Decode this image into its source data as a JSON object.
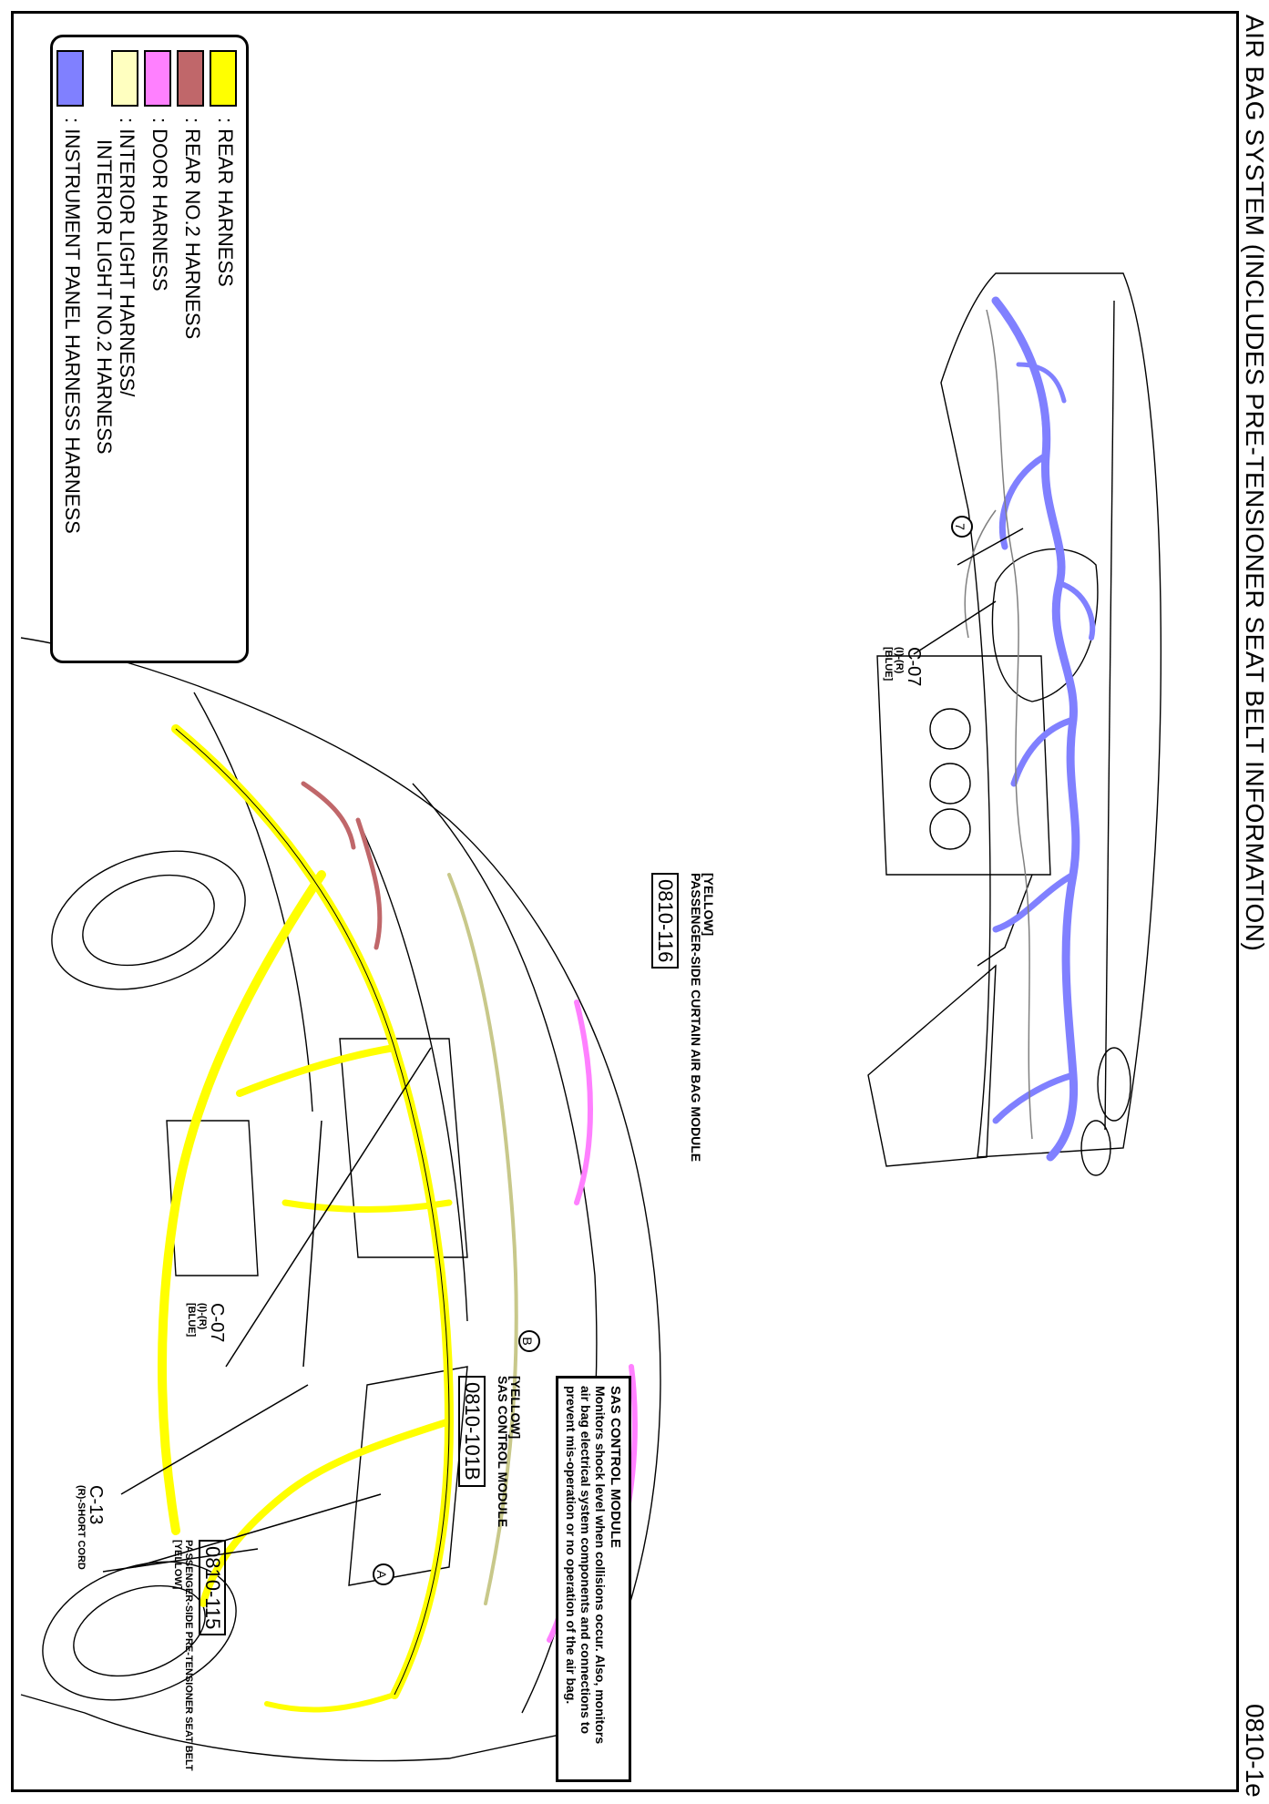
{
  "header": {
    "title": "AIR BAG SYSTEM (INCLUDES PRE-TENSIONER SEAT BELT INFORMATION)",
    "page_number": "0810-1e"
  },
  "legend": [
    {
      "label": ": REAR HARNESS",
      "color": "#ffff00"
    },
    {
      "label": ": REAR NO.2 HARNESS",
      "color": "#c0676a"
    },
    {
      "label": ": DOOR HARNESS",
      "color": "#ff80ff"
    },
    {
      "label": ": INTERIOR LIGHT HARNESS/",
      "label2": "INTERIOR LIGHT NO.2 HARNESS",
      "color": "#ffffc0"
    },
    {
      "label": ": INSTRUMENT PANEL HARNESS HARNESS",
      "color": "#8080ff"
    }
  ],
  "instrument_panel": {
    "connector_c07": {
      "id": "C-07",
      "side": "(I)-(R)",
      "color": "[BLUE]"
    },
    "callout_7": "7"
  },
  "body_view": {
    "curtain_module": {
      "color": "[YELLOW]",
      "name": "PASSENGER-SIDE CURTAIN AIR BAG MODULE",
      "code": "0810-116"
    },
    "sas_module": {
      "color": "[YELLOW]",
      "name": "SAS CONTROL MODULE",
      "code": "0810-101B"
    },
    "pretensioner": {
      "code": "0810-115",
      "name": "PASSENGER-SIDE PRE-TENSIONER SEAT BELT",
      "color": "[YELLOW]"
    },
    "connector_c07": {
      "id": "C-07",
      "side": "(I)-(R)",
      "color": "[BLUE]"
    },
    "connector_c13": {
      "id": "C-13",
      "desc": "(R)-SHORT CORD"
    },
    "mark_a": "A",
    "mark_b": "B"
  },
  "sas_description": {
    "title": "SAS CONTROL MODULE",
    "lines": [
      "Monitors shock level when collisions occur. Also, monitors",
      "air bag electrical system components and connections to",
      "prevent mis-operation or no operation of the air bag."
    ]
  }
}
